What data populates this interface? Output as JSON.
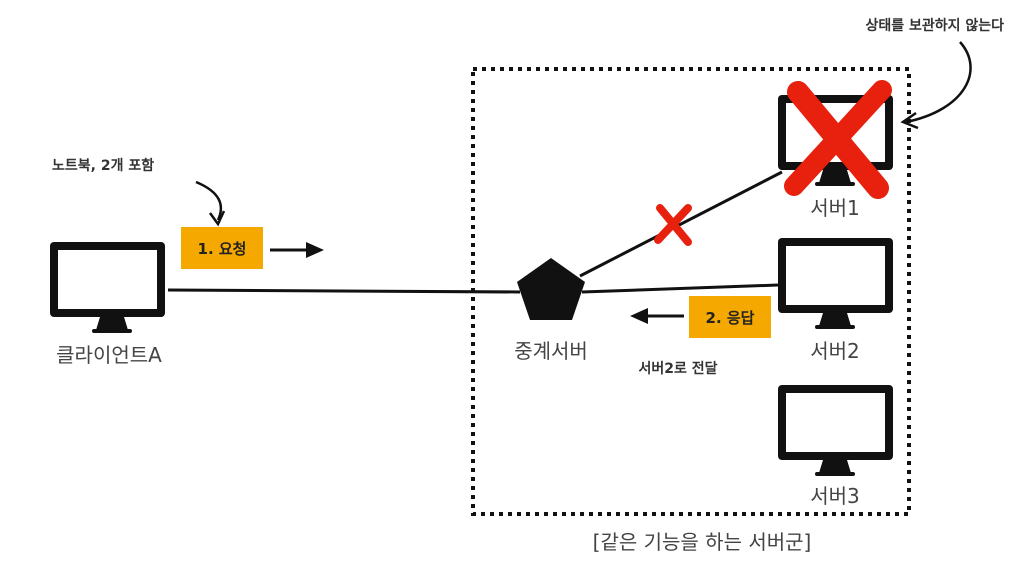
{
  "nodes": {
    "client": {
      "label": "클라이언트A"
    },
    "proxy": {
      "label": "중계서버"
    },
    "server1": {
      "label": "서버1"
    },
    "server2": {
      "label": "서버2"
    },
    "server3": {
      "label": "서버3"
    }
  },
  "group": {
    "label": "[같은 기능을 하는 서버군]"
  },
  "tags": {
    "request": {
      "label": "1. 요청",
      "color": "#F5A800"
    },
    "response": {
      "label": "2. 응답",
      "color": "#F5A800"
    }
  },
  "annotations": {
    "laptop_note": "노트북, 2개 포함",
    "stateless_note": "상태를 보관하지 않는다",
    "forward_note": "서버2로 전달"
  },
  "colors": {
    "failure_x": "#E8210F",
    "line": "#111111"
  }
}
